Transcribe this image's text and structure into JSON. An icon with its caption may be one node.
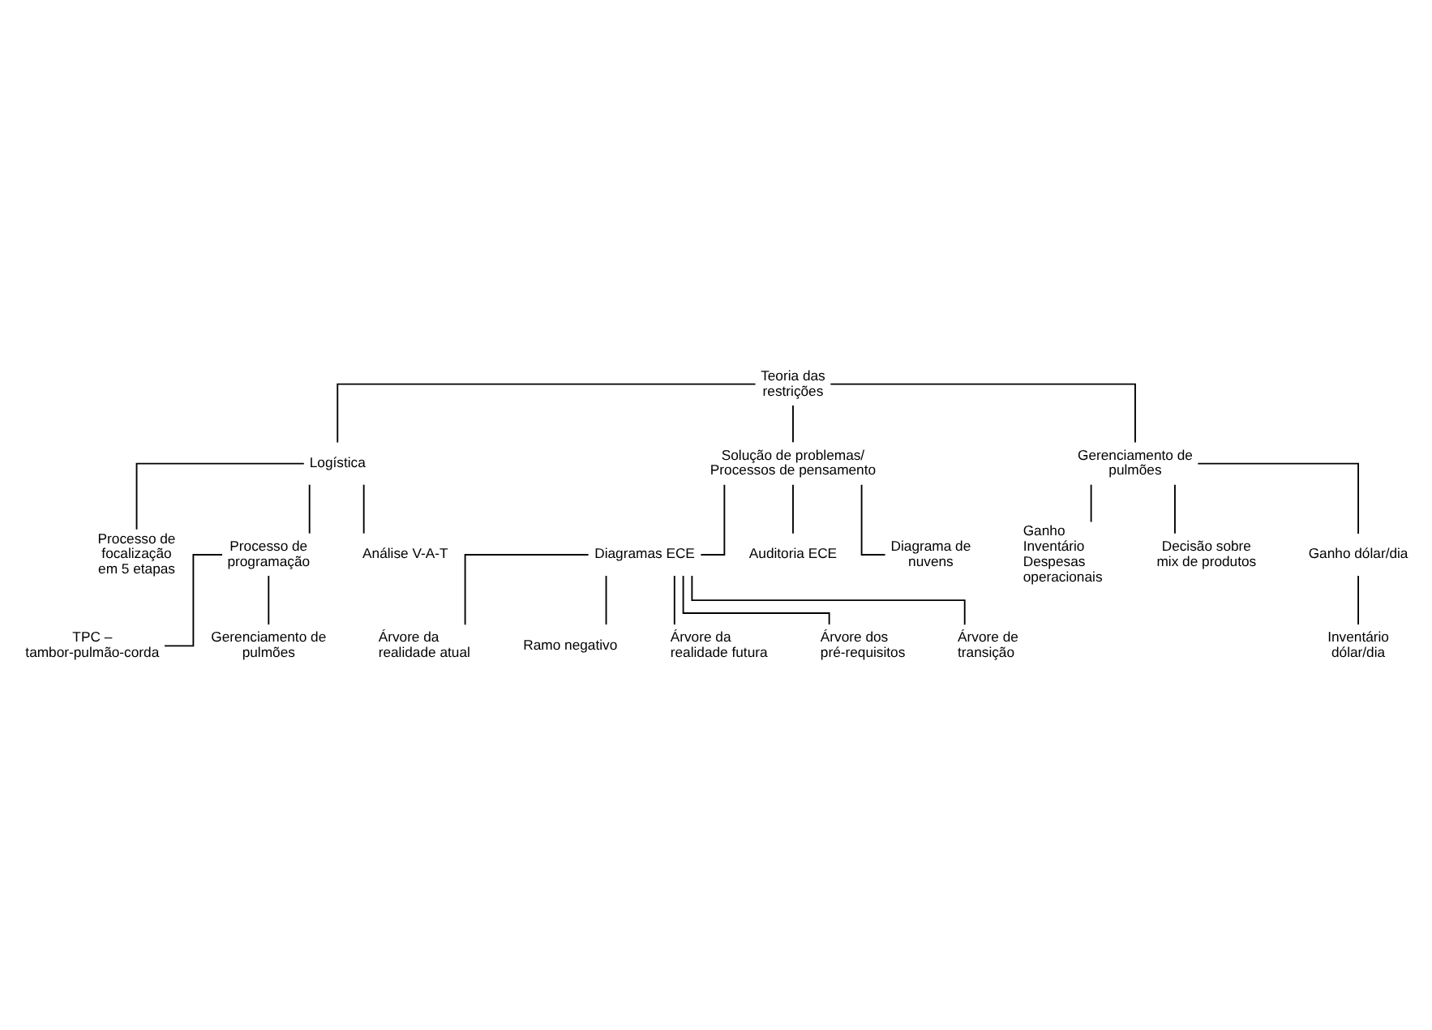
{
  "diagram": {
    "nodes": [
      {
        "text": [
          "Teoria das restrições"
        ]
      },
      {
        "text": [
          "Logística"
        ]
      },
      {
        "text": [
          "Solução de problemas/ Processos de pensamento"
        ]
      },
      {
        "text": [
          "Processo de focalização em 5 etapas"
        ]
      },
      {
        "text": [
          "Processo de programação"
        ]
      },
      {
        "text": [
          "Análise V-A-T"
        ]
      },
      {
        "text": [
          "TPC – tambor-pulmão-corda"
        ]
      },
      {
        "text": [
          "Gerenciamento de pulmões"
        ]
      },
      {
        "text": [
          "Diagramas ECE"
        ]
      },
      {
        "text": [
          "Auditoria ECE"
        ]
      },
      {
        "text": [
          "Diagrama de nuvens"
        ]
      },
      {
        "text": [
          "Árvore da realidade atual"
        ]
      },
      {
        "text": [
          "Ramo negativo"
        ]
      },
      {
        "text": [
          "Árvore da realidade futura"
        ]
      },
      {
        "text": [
          "Árvore dos pré-requisitos"
        ]
      },
      {
        "text": [
          "Árvore de transição"
        ]
      },
      {
        "text": [
          "Gerenciamento de pulmões"
        ]
      },
      {
        "text": [
          "Ganho Inventário Despesas operacionais"
        ]
      },
      {
        "text": [
          "Decisão sobre mix de produtos"
        ]
      },
      {
        "text": [
          "Ganho dólar/dia"
        ]
      },
      {
        "text": [
          "Inventário dólar/dia"
        ]
      }
    ],
    "edges": [
      {
        "from": 0,
        "to": 1,
        "arrow": "none"
      },
      {
        "from": 0,
        "to": 2,
        "arrow": "none"
      },
      {
        "from": 0,
        "to": 16,
        "arrow": "none"
      },
      {
        "from": 1,
        "to": 3,
        "arrow": "none"
      },
      {
        "from": 1,
        "to": 4,
        "arrow": "none"
      },
      {
        "from": 1,
        "to": 5,
        "arrow": "none"
      },
      {
        "from": 4,
        "to": 6,
        "arrow": "none"
      },
      {
        "from": 4,
        "to": 7,
        "arrow": "none"
      },
      {
        "from": 2,
        "to": 8,
        "arrow": "none"
      },
      {
        "from": 2,
        "to": 9,
        "arrow": "none"
      },
      {
        "from": 2,
        "to": 10,
        "arrow": "none"
      },
      {
        "from": 8,
        "to": 11,
        "arrow": "none"
      },
      {
        "from": 8,
        "to": 12,
        "arrow": "none"
      },
      {
        "from": 8,
        "to": 13,
        "arrow": "none"
      },
      {
        "from": 8,
        "to": 14,
        "arrow": "none"
      },
      {
        "from": 8,
        "to": 15,
        "arrow": "none"
      },
      {
        "from": 16,
        "to": 17,
        "arrow": "none"
      },
      {
        "from": 16,
        "to": 18,
        "arrow": "none"
      },
      {
        "from": 16,
        "to": 19,
        "arrow": "none"
      },
      {
        "from": 19,
        "to": 20,
        "arrow": "none"
      }
    ]
  }
}
